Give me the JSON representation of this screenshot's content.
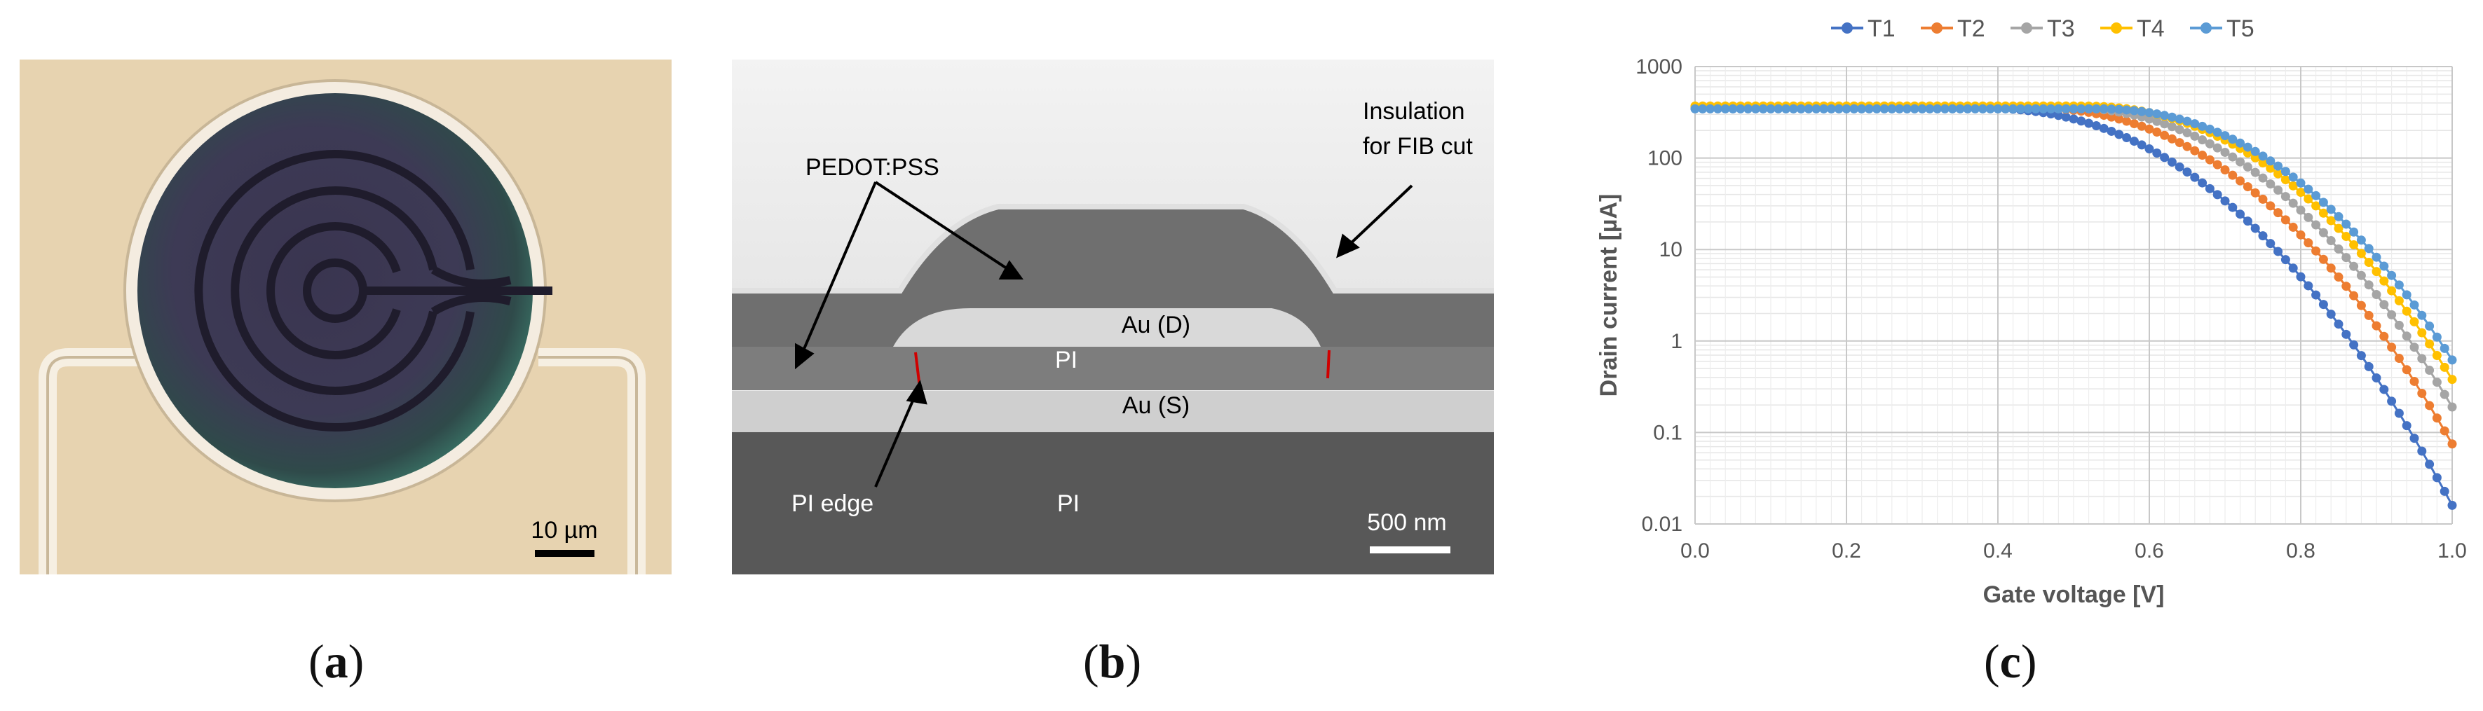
{
  "captions": {
    "a": "a",
    "b": "b",
    "c": "c"
  },
  "panel_a": {
    "scale_label": "10 µm"
  },
  "panel_b": {
    "labels": {
      "pedot": "PEDOT:PSS",
      "insulation_1": "Insulation",
      "insulation_2": "for FIB cut",
      "au_d": "Au (D)",
      "pi_mid": "PI",
      "au_s": "Au (S)",
      "pi_edge": "PI edge",
      "pi_bottom": "PI",
      "scale": "500 nm"
    }
  },
  "chart_data": {
    "type": "line",
    "title": "",
    "xlabel": "Gate voltage [V]",
    "ylabel": "Drain current [µA]",
    "xlim": [
      0,
      1
    ],
    "ylim": [
      0.01,
      1000
    ],
    "yscale": "log",
    "grid": true,
    "legend_position": "top",
    "x_ticks": [
      "0.0",
      "0.2",
      "0.4",
      "0.6",
      "0.8",
      "1.0"
    ],
    "y_ticks": [
      "0.01",
      "0.1",
      "1",
      "10",
      "100",
      "1000"
    ],
    "series": [
      {
        "name": "T1",
        "color": "#4472C4",
        "plateau": 350,
        "onset": 0.38,
        "end_value": 0.016
      },
      {
        "name": "T2",
        "color": "#ED7D31",
        "plateau": 355,
        "onset": 0.44,
        "end_value": 0.075
      },
      {
        "name": "T3",
        "color": "#A5A5A5",
        "plateau": 360,
        "onset": 0.48,
        "end_value": 0.19
      },
      {
        "name": "T4",
        "color": "#FFC000",
        "plateau": 370,
        "onset": 0.51,
        "end_value": 0.38
      },
      {
        "name": "T5",
        "color": "#5B9BD5",
        "plateau": 345,
        "onset": 0.53,
        "end_value": 0.62
      }
    ]
  }
}
